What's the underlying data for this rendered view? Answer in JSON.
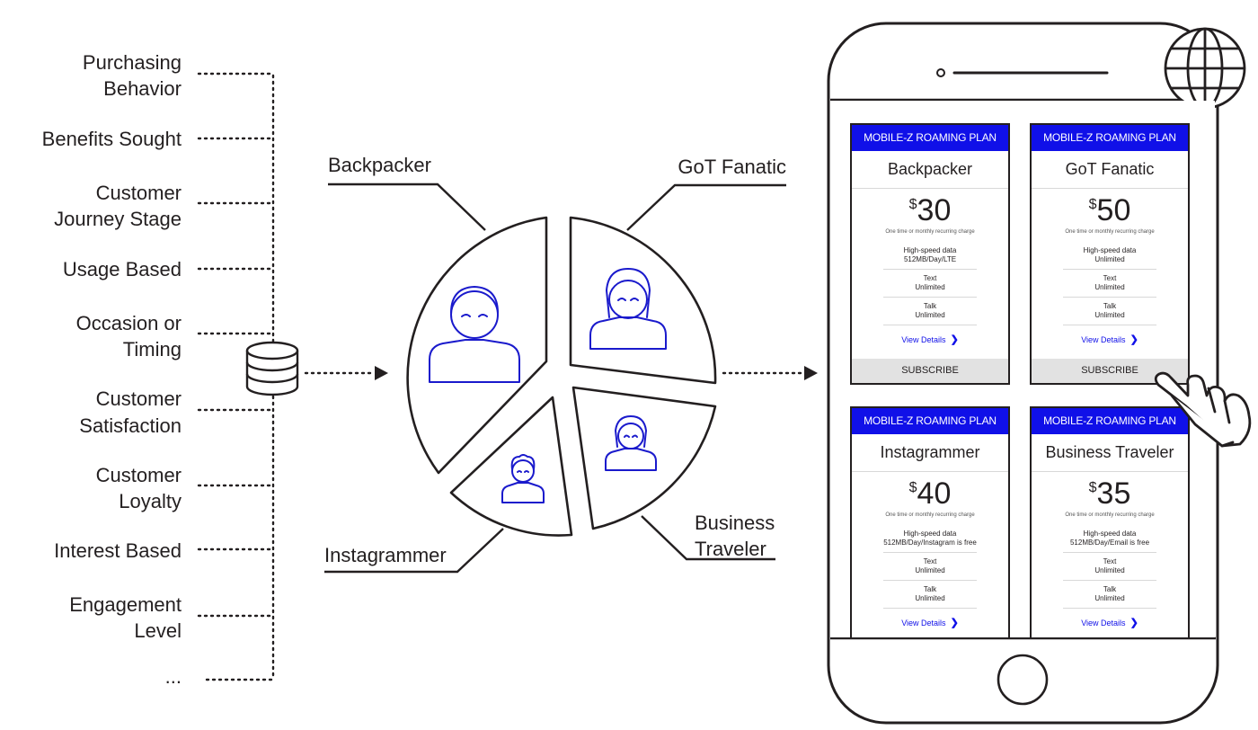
{
  "criteria": [
    {
      "lines": [
        "Purchasing",
        "Behavior"
      ]
    },
    {
      "lines": [
        "Benefits Sought"
      ]
    },
    {
      "lines": [
        "Customer",
        "Journey Stage"
      ]
    },
    {
      "lines": [
        "Usage Based"
      ]
    },
    {
      "lines": [
        "Occasion or",
        "Timing"
      ]
    },
    {
      "lines": [
        "Customer",
        "Satisfaction"
      ]
    },
    {
      "lines": [
        "Customer",
        "Loyalty"
      ]
    },
    {
      "lines": [
        "Interest Based"
      ]
    },
    {
      "lines": [
        "Engagement",
        "Level"
      ]
    },
    {
      "lines": [
        "..."
      ]
    }
  ],
  "segments": [
    {
      "lines": [
        "Backpacker"
      ]
    },
    {
      "lines": [
        "GoT Fanatic"
      ]
    },
    {
      "lines": [
        "Instagrammer"
      ]
    },
    {
      "lines": [
        "Business",
        "Traveler"
      ]
    }
  ],
  "colors": {
    "ink": "#231f20",
    "accent": "#1010e8",
    "subscribe_bg": "#e2e2e2"
  },
  "icons": [
    "database-icon",
    "arrow-right-icon",
    "person-icon",
    "globe-icon",
    "pointing-hand-icon",
    "home-button"
  ],
  "plans": [
    {
      "banner": "MOBILE-Z ROAMING PLAN",
      "title": "Backpacker",
      "currency": "$",
      "price": "30",
      "charge_note": "One time or monthly recurring charge",
      "features": [
        {
          "name": "High-speed data",
          "value": "512MB/Day/LTE"
        },
        {
          "name": "Text",
          "value": "Unlimited"
        },
        {
          "name": "Talk",
          "value": "Unlimited"
        }
      ],
      "details_label": "View Details",
      "subscribe_label": "SUBSCRIBE"
    },
    {
      "banner": "MOBILE-Z ROAMING PLAN",
      "title": "GoT Fanatic",
      "currency": "$",
      "price": "50",
      "charge_note": "One time or monthly recurring charge",
      "features": [
        {
          "name": "High-speed data",
          "value": "Unlimited"
        },
        {
          "name": "Text",
          "value": "Unlimited"
        },
        {
          "name": "Talk",
          "value": "Unlimited"
        }
      ],
      "details_label": "View Details",
      "subscribe_label": "SUBSCRIBE"
    },
    {
      "banner": "MOBILE-Z ROAMING PLAN",
      "title": "Instagrammer",
      "currency": "$",
      "price": "40",
      "charge_note": "One time or monthly recurring charge",
      "features": [
        {
          "name": "High-speed data",
          "value": "512MB/Day/Instagram is free"
        },
        {
          "name": "Text",
          "value": "Unlimited"
        },
        {
          "name": "Talk",
          "value": "Unlimited"
        }
      ],
      "details_label": "View Details"
    },
    {
      "banner": "MOBILE-Z ROAMING PLAN",
      "title": "Business Traveler",
      "currency": "$",
      "price": "35",
      "charge_note": "One time or monthly recurring charge",
      "features": [
        {
          "name": "High-speed data",
          "value": "512MB/Day/Email is free"
        },
        {
          "name": "Text",
          "value": "Unlimited"
        },
        {
          "name": "Talk",
          "value": "Unlimited"
        }
      ],
      "details_label": "View Details"
    }
  ]
}
